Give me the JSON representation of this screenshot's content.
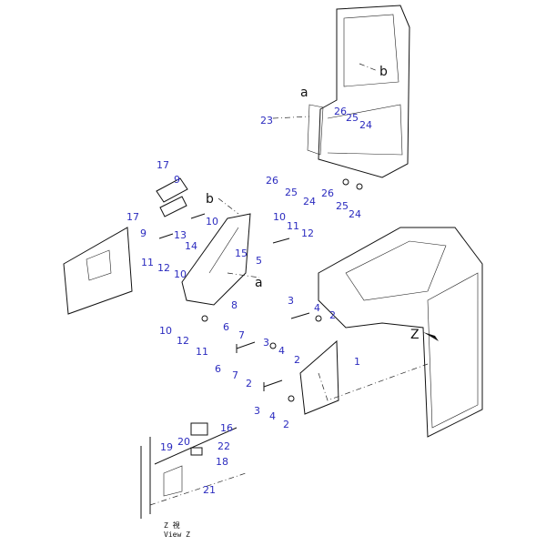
{
  "labels": [
    "17",
    "9",
    "17",
    "9",
    "10",
    "13",
    "14",
    "11",
    "12",
    "10",
    "15",
    "5",
    "10",
    "11",
    "12",
    "b",
    "a",
    "8",
    "10",
    "12",
    "11",
    "6",
    "7",
    "3",
    "4",
    "2",
    "6",
    "7",
    "3",
    "4",
    "2",
    "1",
    "2",
    "3",
    "4",
    "2",
    "16",
    "20",
    "22",
    "19",
    "18",
    "21",
    "23",
    "26",
    "25",
    "24",
    "26",
    "25",
    "24",
    "26",
    "25",
    "24",
    "a",
    "b",
    "Z"
  ],
  "caption": {
    "line1": "Z  視",
    "line2": "View Z"
  },
  "colors": {
    "callout": "#2b2bbf",
    "line": "#111111"
  }
}
